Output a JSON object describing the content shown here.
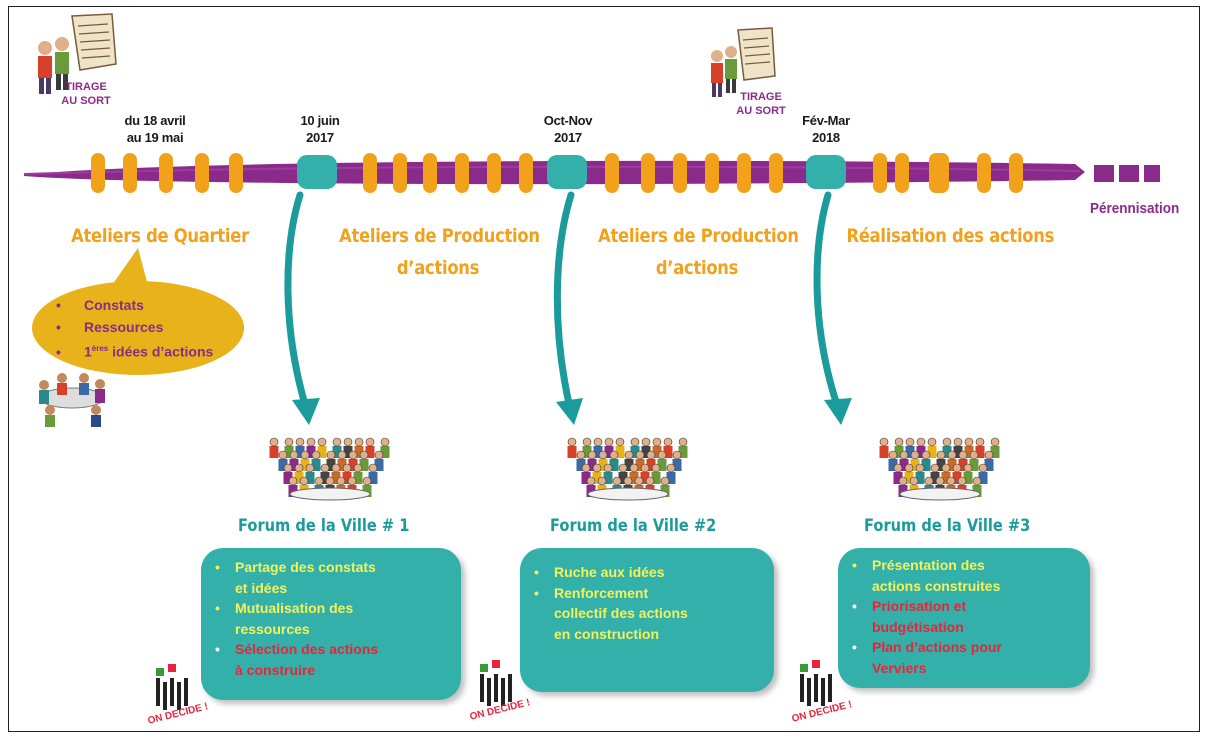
{
  "timeline": {
    "start_tirage": "TIRAGE AU SORT",
    "milestones": [
      {
        "line1": "du 18 avril",
        "line2": "au 19 mai"
      },
      {
        "line1": "10 juin",
        "line2": "2017"
      },
      {
        "line1": "Oct-Nov",
        "line2": "2017"
      },
      {
        "line1": "Fév-Mar",
        "line2": "2018"
      }
    ],
    "mid_tirage": "TIRAGE AU SORT",
    "end_label": "Pérennisation"
  },
  "phases": [
    {
      "line1": "Ateliers de Quartier",
      "line2": ""
    },
    {
      "line1": "Ateliers de Production",
      "line2": "d’actions"
    },
    {
      "line1": "Ateliers de Production",
      "line2": "d’actions"
    },
    {
      "line1": "Réalisation des actions",
      "line2": ""
    }
  ],
  "bubble": {
    "items": [
      "Constats",
      "Ressources"
    ],
    "item3_sup": "ères",
    "item3_pre": "1",
    "item3_post": " idées d’actions"
  },
  "forums": [
    {
      "title": "Forum de la Ville # 1",
      "items": [
        {
          "text": "Partage des constats et idées",
          "lines": [
            "Partage des constats",
            "et idées"
          ],
          "color": "yellow"
        },
        {
          "text": "Mutualisation des ressources",
          "lines": [
            "Mutualisation des",
            "ressources"
          ],
          "color": "yellow"
        },
        {
          "text": "Sélection des actions à construire",
          "lines": [
            "Sélection des actions",
            "à construire"
          ],
          "color": "red"
        }
      ]
    },
    {
      "title": "Forum de la Ville #2",
      "items": [
        {
          "text": "Ruche aux idées",
          "lines": [
            "Ruche aux idées"
          ],
          "color": "yellow"
        },
        {
          "text": "Renforcement collectif des actions en construction",
          "lines": [
            "Renforcement",
            "collectif des actions",
            "en construction"
          ],
          "color": "yellow"
        }
      ]
    },
    {
      "title": "Forum de la Ville #3",
      "items": [
        {
          "text": "Présentation des actions construites",
          "lines": [
            "Présentation des",
            "actions construites"
          ],
          "color": "yellow"
        },
        {
          "text": "Priorisation et budgétisation",
          "lines": [
            "Priorisation et",
            "budgétisation"
          ],
          "color": "red"
        },
        {
          "text": "Plan d’actions pour Verviers",
          "lines": [
            "Plan d’actions pour",
            "Verviers"
          ],
          "color": "red"
        }
      ]
    }
  ],
  "on_decide": "ON DECIDE !",
  "colors": {
    "purple": "#8a2a8a",
    "orange": "#f2a11a",
    "teal": "#33b0aa",
    "yellow": "#f4f25a",
    "red": "#e8243a",
    "bubble": "#e8b21a"
  }
}
